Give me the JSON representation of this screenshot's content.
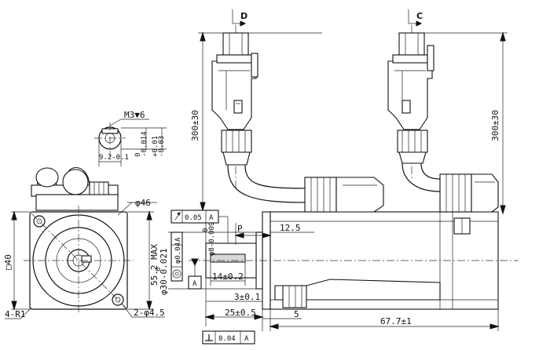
{
  "labels": {
    "connector_d": "D",
    "connector_c": "C",
    "cable_length_left": "300±30",
    "cable_length_right": "300±30",
    "thread_spec": "M3▼6",
    "key_depth": "9.2-0.1",
    "key_width_tol_upper": "0",
    "key_width_tol_lower": "-0.014",
    "key_h_tol_upper": "+0.01",
    "key_h_tol_lower": "-0.03",
    "bolt_circle": "φ46",
    "body_max": "55.2 MAX",
    "flange_square": "□40",
    "corner_radius": "4-R1",
    "mount_holes": "2-φ4.5",
    "shaft_diameter": "φ8-0.009",
    "shaft_tol_upper": "0",
    "pilot_diameter": "φ30-0.021",
    "pilot_tol_upper": "0",
    "dim_p": "P",
    "dim_12_5": "12.5",
    "dim_key_len": "14±0.2",
    "dim_3": "3±0.1",
    "dim_25": "25±0.5",
    "dim_5": "5",
    "dim_body_len": "67.7±1",
    "tol_parallel_value": "0.05",
    "tol_parallel_ref": "A",
    "tol_runout_value": "φ0.04",
    "tol_runout_ref": "A",
    "datum_a": "A",
    "tol_perp_value": "0.04",
    "tol_perp_ref": "A"
  },
  "icons": {
    "runout": "arrow-runout-icon",
    "perpendicular": "perpendicular-icon",
    "concentric": "concentric-icon",
    "datum": "datum-triangle-icon"
  }
}
